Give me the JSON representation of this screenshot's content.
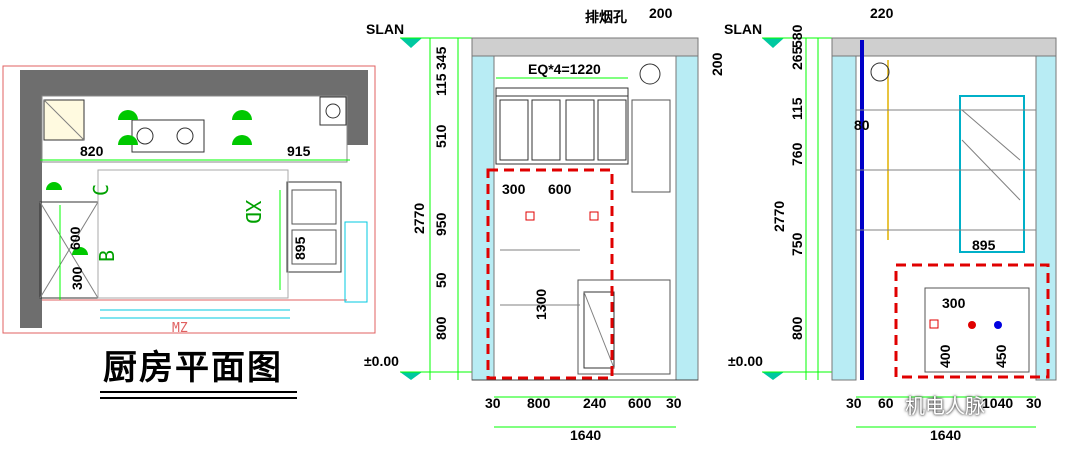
{
  "plan": {
    "title": "厨房平面图",
    "dims": [
      "820",
      "915",
      "600",
      "300",
      "895"
    ],
    "labels": [
      "MZ",
      "C",
      "XD",
      "B"
    ]
  },
  "elev1": {
    "slan": "SLAN",
    "zero": "±0.00",
    "top_note": "排烟孔",
    "top_dim": "200",
    "eq": "EQ*4=1220",
    "right_dim": "200",
    "vert": [
      "115",
      "345",
      "510",
      "2770",
      "950",
      "50",
      "800"
    ],
    "inner": [
      "300",
      "600",
      "1300"
    ],
    "bottom": [
      "30",
      "800",
      "240",
      "600",
      "30"
    ],
    "total": "1640"
  },
  "elev2": {
    "slan": "SLAN",
    "zero": "±0.00",
    "top_dim": "220",
    "vert": [
      "265",
      "580",
      "115",
      "760",
      "2770",
      "750",
      "800"
    ],
    "inner": [
      "80",
      "895",
      "300",
      "400",
      "450"
    ],
    "bottom": [
      "30",
      "60",
      "1040",
      "30"
    ],
    "total": "1640"
  },
  "watermark": "机电人脉"
}
